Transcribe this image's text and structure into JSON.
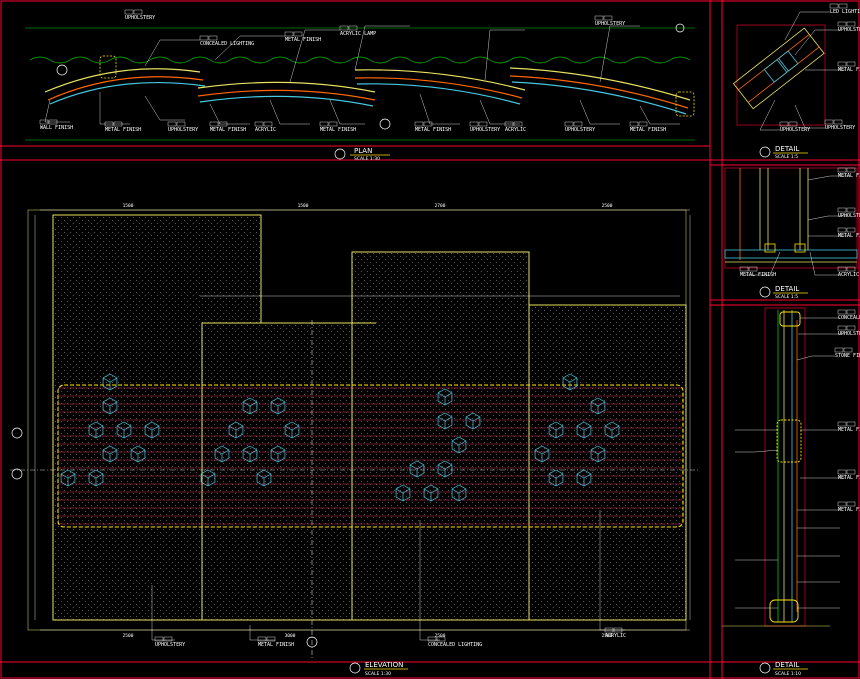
{
  "colors": {
    "background": "#000000",
    "frame": "#ff0033",
    "panel": "#e8e060",
    "lighting": "#ffe000",
    "pattern": "#44c8e0",
    "stripe": "#ff3366",
    "metal": "#ff6600",
    "text": "#ffffff",
    "dim": "#a0ffa0",
    "green": "#00d000"
  },
  "titles": {
    "plan": {
      "name": "PLAN",
      "scale": "SCALE 1:30"
    },
    "elevation": {
      "name": "ELEVATION",
      "scale": "SCALE 1:30"
    },
    "detail_a": {
      "name": "DETAIL",
      "scale": "SCALE 1:5"
    },
    "detail_b": {
      "name": "DETAIL",
      "scale": "SCALE 1:5"
    },
    "detail_c": {
      "name": "DETAIL",
      "scale": "SCALE 1:10"
    }
  },
  "plan_labels": [
    {
      "text": "CONCEALED LIGHTING"
    },
    {
      "text": "METAL FINISH"
    },
    {
      "text": "ACRYLIC LAMP"
    },
    {
      "text": "UPHOLSTERY"
    },
    {
      "text": "WALL FINISH"
    },
    {
      "text": "METAL FINISH"
    },
    {
      "text": "UPHOLSTERY"
    },
    {
      "text": "METAL FINISH"
    },
    {
      "text": "ACRYLIC"
    },
    {
      "text": "METAL FINISH"
    },
    {
      "text": "METAL FINISH"
    },
    {
      "text": "UPHOLSTERY"
    },
    {
      "text": "ACRYLIC"
    },
    {
      "text": "UPHOLSTERY"
    },
    {
      "text": "METAL FINISH"
    },
    {
      "text": "UPHOLSTERY"
    }
  ],
  "elevation_labels": [
    {
      "text": "UPHOLSTERY"
    },
    {
      "text": "METAL FINISH"
    },
    {
      "text": "CONCEALED LIGHTING"
    },
    {
      "text": "ACRYLIC"
    }
  ],
  "elevation_dims_top": [
    "1500",
    "1500",
    "2700",
    "2500"
  ],
  "elevation_dims_bottom": [
    "2500",
    "3000",
    "2500",
    "2500"
  ],
  "detail_labels": [
    {
      "text": "LED LIGHTING"
    },
    {
      "text": "UPHOLSTERY"
    },
    {
      "text": "METAL FINISH"
    },
    {
      "text": "UPHOLSTERY"
    },
    {
      "text": "UPHOLSTERY"
    },
    {
      "text": "METAL FINISH"
    },
    {
      "text": "UPHOLSTERY"
    },
    {
      "text": "METAL FINISH"
    },
    {
      "text": "METAL FINISH"
    },
    {
      "text": "ACRYLIC"
    },
    {
      "text": "CONCEALED LIGHTING"
    },
    {
      "text": "UPHOLSTERY"
    },
    {
      "text": "STONE FINISH"
    },
    {
      "text": "METAL FINISH"
    },
    {
      "text": "METAL FINISH"
    },
    {
      "text": "METAL FINISH"
    }
  ]
}
